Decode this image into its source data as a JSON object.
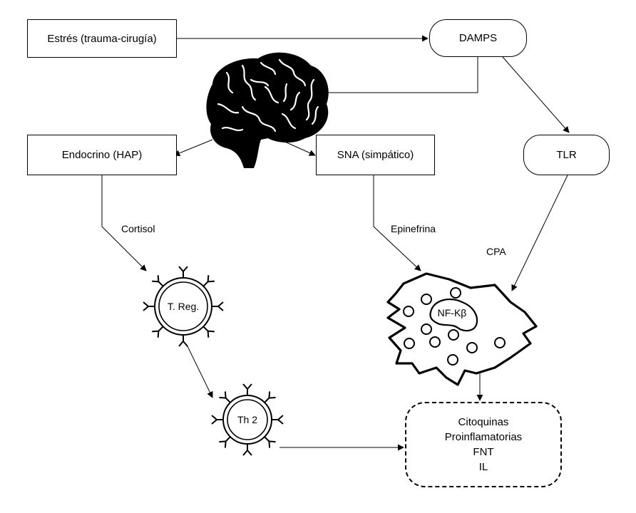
{
  "nodes": {
    "stress": "Estrés (trauma-cirugía)",
    "damps": "DAMPS",
    "endocrine": "Endocrino (HAP)",
    "sna": "SNA (simpático)",
    "tlr": "TLR",
    "treg": "T. Reg.",
    "th2": "Th 2",
    "nfkb": "NF-Kβ",
    "cytokines": [
      "Citoquinas",
      "Proinflamatorias",
      "FNT",
      "IL"
    ]
  },
  "edge_labels": {
    "cortisol": "Cortisol",
    "epinephrine": "Epinefrina",
    "cpa": "CPA"
  },
  "icons": [
    "brain-icon",
    "t-reg-cell-icon",
    "th2-cell-icon",
    "antigen-presenting-cell-icon"
  ]
}
